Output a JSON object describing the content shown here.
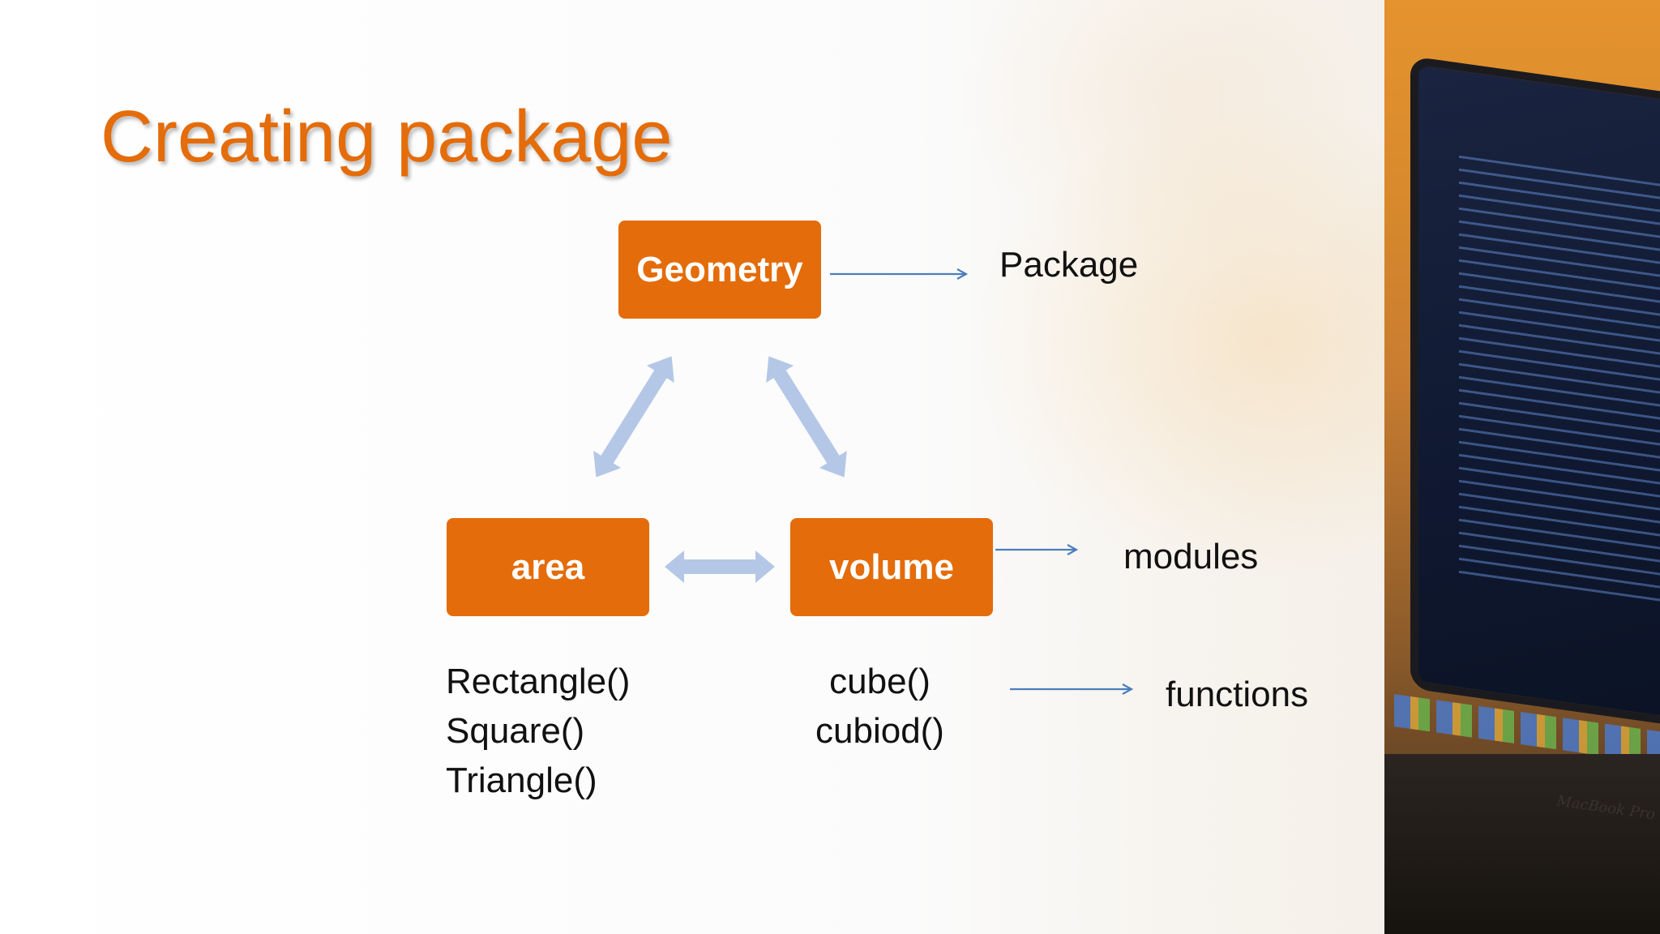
{
  "slide": {
    "title": "Creating package"
  },
  "diagram": {
    "nodes": {
      "geometry": "Geometry",
      "area": "area",
      "volume": "volume"
    },
    "labels": {
      "package": "Package",
      "modules": "modules",
      "functions": "functions"
    },
    "area_functions": [
      "Rectangle()",
      "Square()",
      "Triangle()"
    ],
    "volume_functions": [
      "cube()",
      "cubiod()"
    ]
  },
  "background_photo": {
    "laptop_model_text": "MacBook Pro"
  },
  "colors": {
    "accent_orange": "#e46c0a",
    "connector_blue": "#b4c7e7",
    "pointer_arrow_blue": "#4a7ebb"
  }
}
